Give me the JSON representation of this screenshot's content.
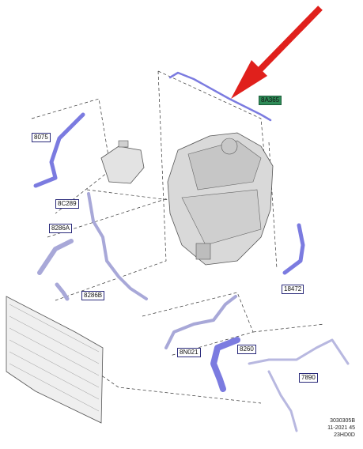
{
  "accent_color": "#7b7be0",
  "arrow_color": "#e0201c",
  "labels": {
    "p8075": "8075",
    "p8c289": "8C289",
    "p8286a": "8286A",
    "p8286b": "8286B",
    "p8a365": "8A365",
    "p18472": "18472",
    "p8n021": "8N021",
    "p8260": "8260",
    "p7890": "7890"
  },
  "footer": {
    "line1": "3030305B",
    "line2": "11-2021 45",
    "line3": "23HD0D"
  }
}
